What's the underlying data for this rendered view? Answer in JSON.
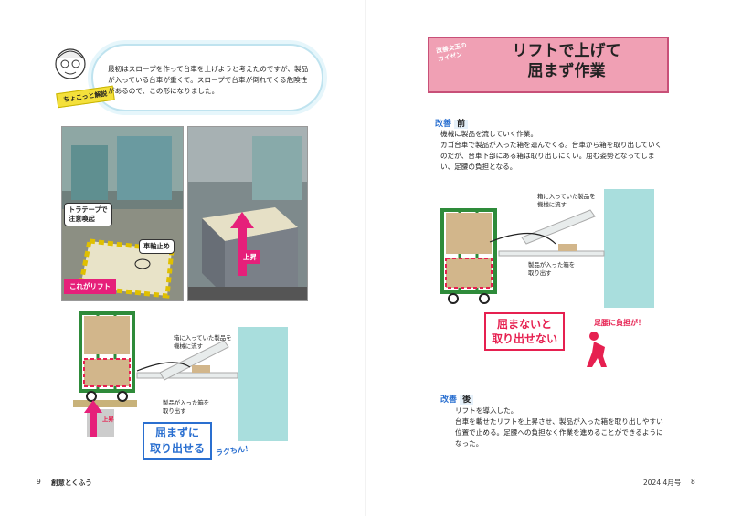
{
  "left_page": {
    "explanation_tag": "ちょこっと解説",
    "explanation_text": "最初はスロープを作って台車を上げようと考えたのですが、製品が入っている台車が重くて。スロープで台車が倒れてくる危険性があるので、この形になりました。",
    "photo1": {
      "label_tape": "トラテープで\n注意喚起",
      "label_stopper": "車輪止め",
      "label_lift": "これがリフト"
    },
    "photo2": {
      "label_up": "上昇"
    },
    "diagram": {
      "label_product_in_box": "箱に入っていた製品を\n機械に流す",
      "label_box_out": "製品が入った箱を\n取り出す",
      "label_up": "上昇",
      "callout": "屈まずに\n取り出せる",
      "easy": "ラクちん！"
    },
    "page_number": "9",
    "magazine_name": "創意とくふう"
  },
  "right_page": {
    "banner_badge": "改善女王の\nカイゼン",
    "banner_title": "リフトで上げて\n屈まず作業",
    "before": {
      "tag1": "改善",
      "tag2": "前",
      "text": "機械に製品を流していく作業。\nカゴ台車で製品が入った箱を運んでくる。台車から箱を取り出していくのだが、台車下部にある箱は取り出しにくい。屈む姿勢となってしまい、足腰の負担となる。"
    },
    "diagram": {
      "label_product_in_box": "箱に入っていた製品を\n機械に流す",
      "label_box_out": "製品が入った箱を\n取り出す",
      "callout": "屈まないと\n取り出せない",
      "burden": "足腰に負担が！"
    },
    "after": {
      "tag1": "改善",
      "tag2": "後",
      "text": "リフトを導入した。\n台車を載せたリフトを上昇させ、製品が入った箱を取り出しやすい位置で止める。足腰への負担なく作業を進めることができるようになった。"
    },
    "issue": "2024 4月号",
    "page_number": "8"
  },
  "colors": {
    "accent_pink": "#e62050",
    "accent_blue": "#2a6fd0",
    "cart_green": "#2e8b3a",
    "banner_pink": "#f0a0b4",
    "teal_panel": "#a9dedd"
  }
}
